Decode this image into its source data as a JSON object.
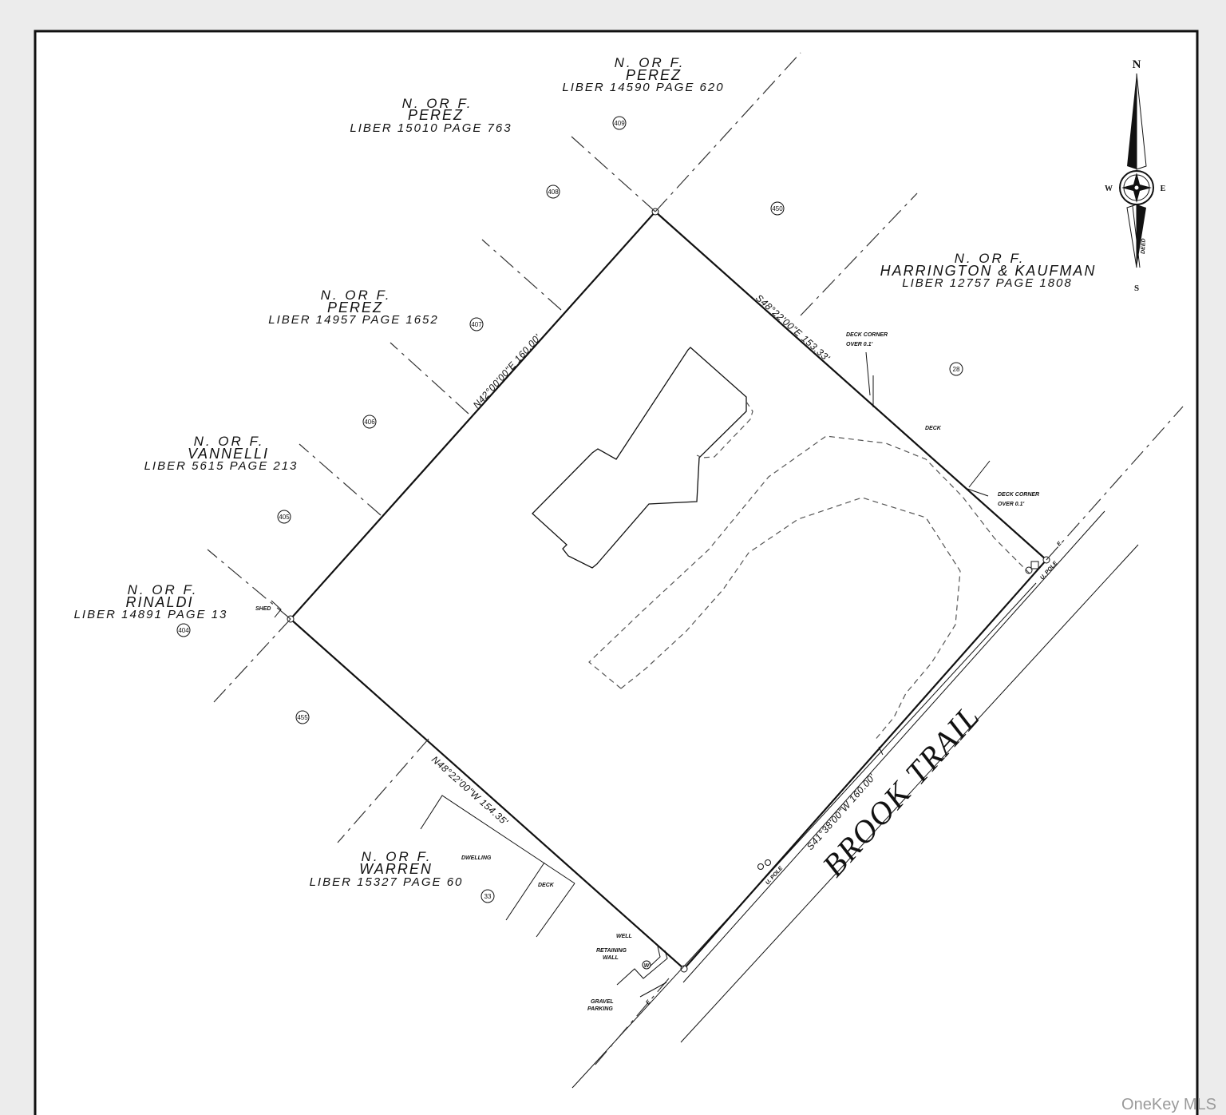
{
  "neighbors": [
    {
      "nf": "N. OR F.",
      "name": "PEREZ",
      "liber": "LIBER 14590 PAGE 620"
    },
    {
      "nf": "N. OR F.",
      "name": "PEREZ",
      "liber": "LIBER 15010 PAGE 763"
    },
    {
      "nf": "N. OR F.",
      "name": "PEREZ",
      "liber": "LIBER 14957 PAGE 1652"
    },
    {
      "nf": "N. OR F.",
      "name": "VANNELLI",
      "liber": "LIBER 5615 PAGE 213"
    },
    {
      "nf": "N. OR F.",
      "name": "RINALDI",
      "liber": "LIBER 14891 PAGE 13"
    },
    {
      "nf": "N. OR F.",
      "name": "WARREN",
      "liber": "LIBER 15327 PAGE 60"
    },
    {
      "nf": "N. OR F.",
      "name": "HARRINGTON & KAUFMAN",
      "liber": "LIBER 12757 PAGE 1808"
    }
  ],
  "lots": [
    "409",
    "408",
    "450",
    "407",
    "406",
    "405",
    "404",
    "455",
    "33",
    "28"
  ],
  "bearings": {
    "northwest": "N42°00'00\"E 160.00'",
    "northeast": "S48°22'00\"E 153.33'",
    "southwest": "N48°22'00\"W 154.35'",
    "southeast": "S41°38'00\"W 160.00'"
  },
  "notes": {
    "deck_corner_1_a": "DECK CORNER",
    "deck_corner_1_b": "OVER 0.1'",
    "deck_corner_2_a": "DECK CORNER",
    "deck_corner_2_b": "OVER 0.1'",
    "deck_ne": "DECK",
    "shed": "SHED",
    "dwelling": "DWELLING",
    "deck_sw": "DECK",
    "well": "WELL",
    "retaining_a": "RETAINING",
    "retaining_b": "WALL",
    "gravel_a": "GRAVEL",
    "gravel_b": "PARKING",
    "upole_1": "U. POLE",
    "upole_2": "U. POLE",
    "e_1": "E",
    "e_2": "E",
    "well_symbol": "W"
  },
  "street": "BROOK TRAIL",
  "compass": {
    "n": "N",
    "s": "S",
    "e": "E",
    "w": "W",
    "deed": "DEED"
  },
  "watermark": "OneKey MLS"
}
